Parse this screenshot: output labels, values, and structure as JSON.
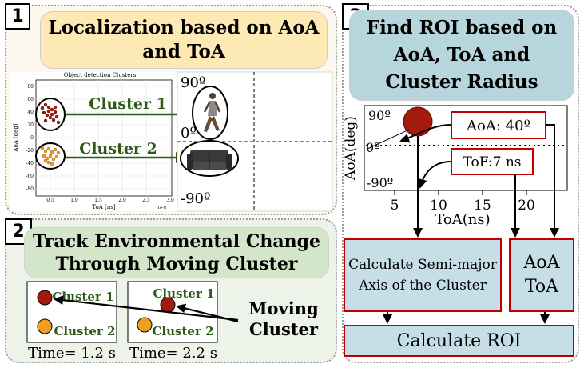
{
  "panel1": {
    "number": "1",
    "title_line1": "Localization based on AoA",
    "title_line2": "and ToA",
    "plot": {
      "title": "Object detection Clusters",
      "ylabel": "AoA [deg]",
      "xlabel": "ToA [ns]",
      "xexp": "1e-8",
      "yticks": [
        "80",
        "60",
        "40",
        "20",
        "0",
        "-20",
        "-40",
        "-60",
        "-80"
      ],
      "xticks": [
        "0.5",
        "1.0",
        "1.5",
        "2.0",
        "2.5",
        "3.0"
      ]
    },
    "cluster1_label": "Cluster 1",
    "cluster2_label": "Cluster 2",
    "quad_top": "90º",
    "quad_mid": "0º",
    "quad_bottom": "-90º"
  },
  "panel2": {
    "number": "2",
    "title_line1": "Track Environmental Change",
    "title_line2": "Through Moving Cluster",
    "left_c1": "Cluster 1",
    "left_c2": "Cluster 2",
    "right_c1": "Cluster 1",
    "right_c2": "Cluster 2",
    "time1": "Time= 1.2 s",
    "time2": "Time= 2.2 s",
    "moving_line1": "Moving",
    "moving_line2": "Cluster"
  },
  "panel3": {
    "number": "3",
    "title_line1": "Find ROI based on",
    "title_line2": "AoA, ToA and",
    "title_line3": "Cluster Radius",
    "ylabel": "AoA(deg)",
    "y_top": "90º",
    "y_mid": "0º",
    "y_bottom": "-90º",
    "aoa_label": "AoA: 40º",
    "tof_label": "ToF:7 ns",
    "xticks": [
      "5",
      "10",
      "15",
      "20"
    ],
    "xlabel": "ToA(ns)",
    "semi_line1": "Calculate Semi-major",
    "semi_line2": "Axis of the Cluster",
    "aoa_box_line1": "AoA",
    "aoa_box_line2": "ToA",
    "roi_label": "Calculate ROI"
  },
  "colors": {
    "cluster1": "#a31a0f",
    "cluster2": "#f0a020",
    "roi_box_border": "#c00000",
    "roi_box_fill": "#c6dfe6",
    "label_green": "#2f5a1a"
  }
}
